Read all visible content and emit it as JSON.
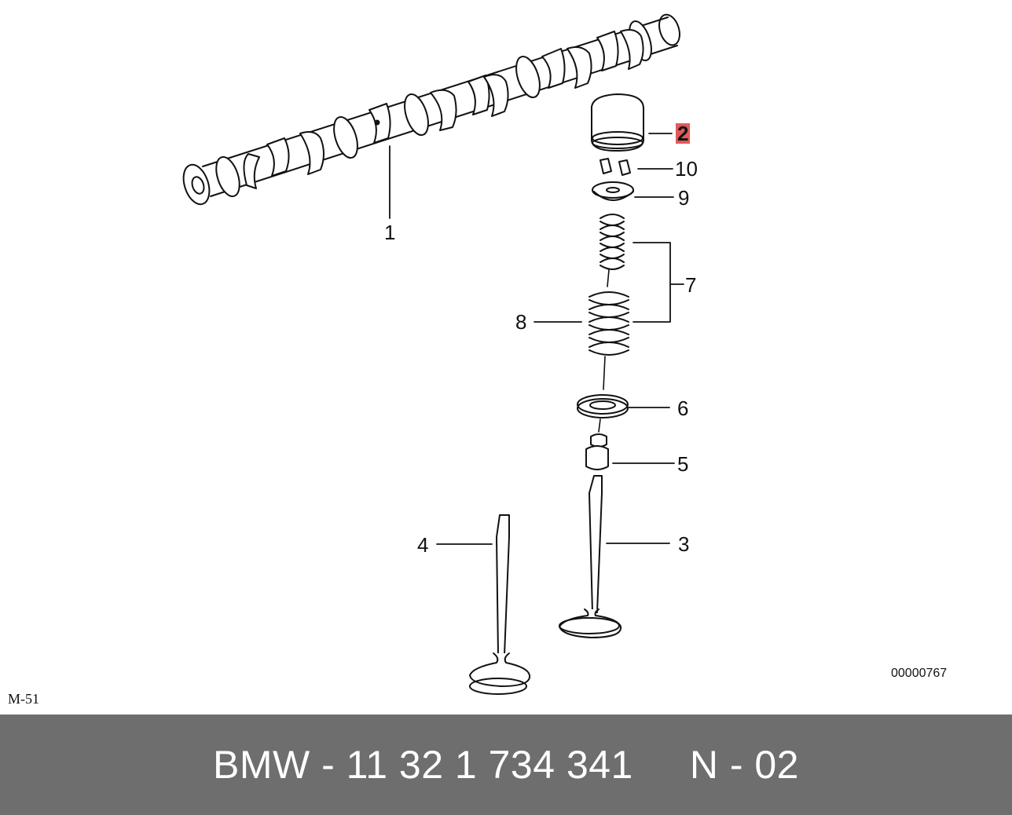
{
  "callouts": [
    {
      "id": "1",
      "label": "1",
      "part": "camshaft"
    },
    {
      "id": "2",
      "label": "2",
      "part": "bucket-tappet",
      "highlighted": true
    },
    {
      "id": "3",
      "label": "3",
      "part": "intake-valve"
    },
    {
      "id": "4",
      "label": "4",
      "part": "exhaust-valve"
    },
    {
      "id": "5",
      "label": "5",
      "part": "valve-stem-seal"
    },
    {
      "id": "6",
      "label": "6",
      "part": "spring-seat"
    },
    {
      "id": "7",
      "label": "7",
      "part": "valve-spring-set"
    },
    {
      "id": "8",
      "label": "8",
      "part": "outer-valve-spring"
    },
    {
      "id": "9",
      "label": "9",
      "part": "spring-retainer"
    },
    {
      "id": "10",
      "label": "10",
      "part": "valve-keeper"
    }
  ],
  "diagram_code": "00000767",
  "model_label": "M-51",
  "footer": {
    "text": "BMW - 11 32 1 734 341     N - 02"
  },
  "colors": {
    "line": "#111111",
    "highlight": "#e05a5a",
    "footer_background": "#6e6e6e",
    "footer_text": "#ffffff"
  }
}
